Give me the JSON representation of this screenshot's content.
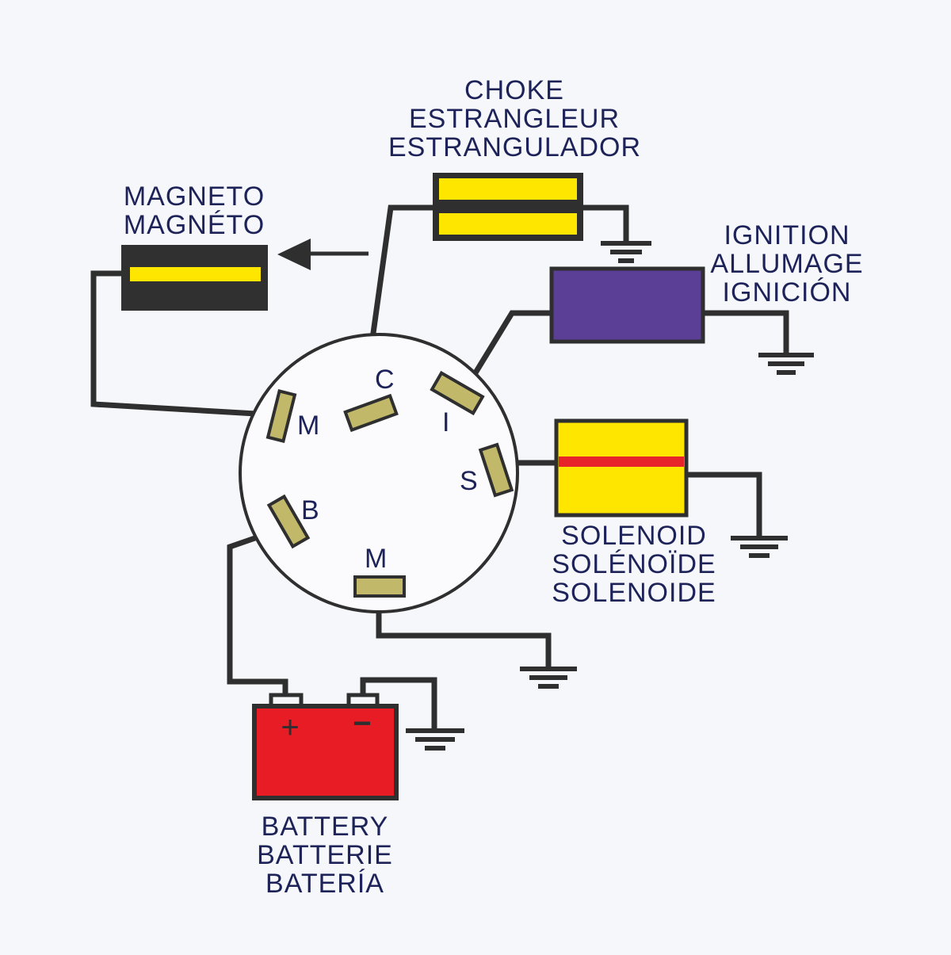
{
  "colors": {
    "background": "#f6f7fb",
    "wire": "#2f2f2f",
    "label": "#1d2359",
    "terminal": "#c2b86a",
    "choke_fill": "#ffe600",
    "magneto_body": "#303030",
    "magneto_strip": "#ffe600",
    "ignition_fill": "#5b3f96",
    "solenoid_fill": "#ffe600",
    "solenoid_stripe": "#e8242b",
    "battery_fill": "#e81c25"
  },
  "labels": {
    "choke": [
      "CHOKE",
      "ESTRANGLEUR",
      "ESTRANGULADOR"
    ],
    "magneto": [
      "MAGNETO",
      "MAGNÉTO"
    ],
    "ignition": [
      "IGNITION",
      "ALLUMAGE",
      "IGNICIÓN"
    ],
    "solenoid": [
      "SOLENOID",
      "SOLÉNOÏDE",
      "SOLENOIDE"
    ],
    "battery": [
      "BATTERY",
      "BATTERIE",
      "BATERÍA"
    ]
  },
  "switch_terminals": {
    "m_top": "M",
    "c": "C",
    "i": "I",
    "s": "S",
    "b": "B",
    "m_bottom": "M"
  },
  "battery_terminals": {
    "positive": "+",
    "negative": "−"
  },
  "icons": {
    "arrow": "arrow-left-icon",
    "ground": "ground-icon"
  }
}
